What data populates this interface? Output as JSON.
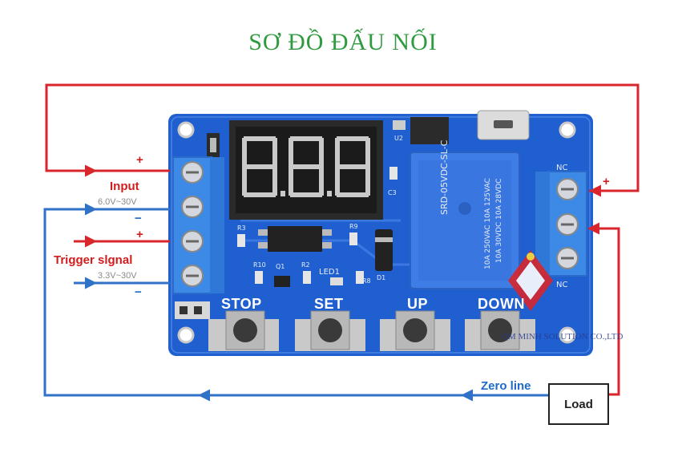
{
  "title": "SƠ ĐỒ ĐẤU NỐI",
  "labels": {
    "input": "Input",
    "input_range": "6.0V~30V",
    "trigger": "Trigger slgnal",
    "trigger_range": "3.3V~30V",
    "zero_line": "Zero line",
    "load": "Load",
    "plus": "+",
    "minus": "−"
  },
  "buttons": [
    "STOP",
    "SET",
    "UP",
    "DOWN"
  ],
  "silkscreen": {
    "r3": "R3",
    "r9": "R9",
    "r10": "R10",
    "q1": "Q1",
    "r2": "R2",
    "led1": "LED1",
    "r8": "R8",
    "d1": "D1",
    "c3": "C3",
    "u2": "U2",
    "relay_text": "SRD-05VDC-SL-C",
    "relay_rating1": "10A 250VAC  10A 125VAC",
    "relay_rating2": "10A 30VDC  10A 28VDC",
    "nc": "NC",
    "nc2": "NC"
  },
  "watermark": "QM  MINH SOLUTION CO.,LTD",
  "colors": {
    "positive_wire": "#d8262c",
    "negative_wire": "#2f72c8",
    "pcb": "#1f5fd0",
    "title": "#2f9a3f"
  }
}
